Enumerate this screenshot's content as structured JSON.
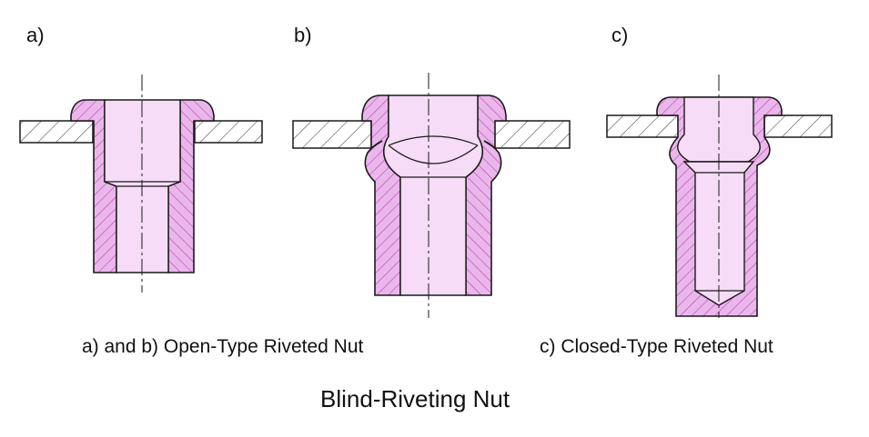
{
  "labels": {
    "a": "a)",
    "b": "b)",
    "c": "c)"
  },
  "captions": {
    "open_type": "a) and b) Open-Type Riveted Nut",
    "closed_type": "c) Closed-Type Riveted Nut"
  },
  "title": "Blind-Riveting Nut",
  "colors": {
    "body_fill": "#eab7ea",
    "bore_fill": "#f6dcf6",
    "hatch": "#c23cc2",
    "outline": "#1a1a1a",
    "plate_hatch": "#333333"
  }
}
